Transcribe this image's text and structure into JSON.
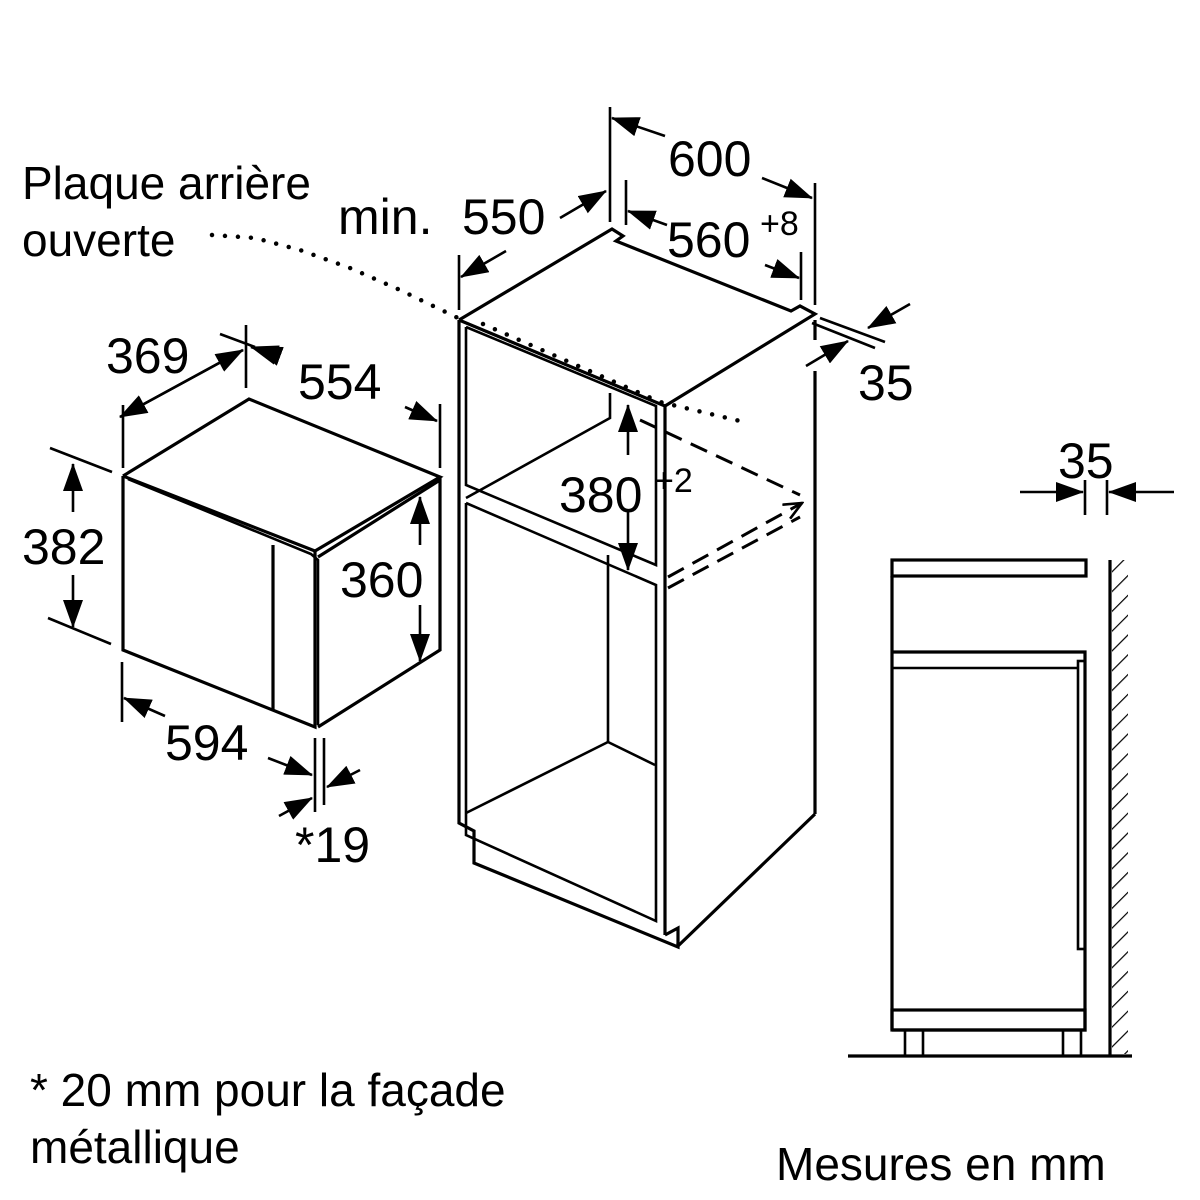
{
  "diagram": {
    "type": "installation-dimension-drawing",
    "units_note": "Mesures en mm",
    "footnote": {
      "line1": "* 20 mm pour la façade",
      "line2": "métallique"
    },
    "rear_panel_label": {
      "line1": "Plaque arrière",
      "line2": "ouverte"
    },
    "appliance": {
      "name": "built-in-microwave",
      "dimensions": {
        "depth": "369",
        "width_top": "554",
        "height_total": "382",
        "height_body": "360",
        "width_front": "594",
        "front_thickness": "*19"
      }
    },
    "cabinet": {
      "name": "tall-cabinet-niche",
      "dimensions": {
        "depth_prefix": "min.",
        "depth": "550",
        "outer_width": "600",
        "niche_width": "560",
        "niche_width_tolerance": "+8",
        "niche_height": "380",
        "niche_height_tolerance": "+2",
        "side_gap": "35"
      }
    },
    "side_view": {
      "name": "side-view-wall-clearance",
      "wall_clearance": "35"
    }
  }
}
